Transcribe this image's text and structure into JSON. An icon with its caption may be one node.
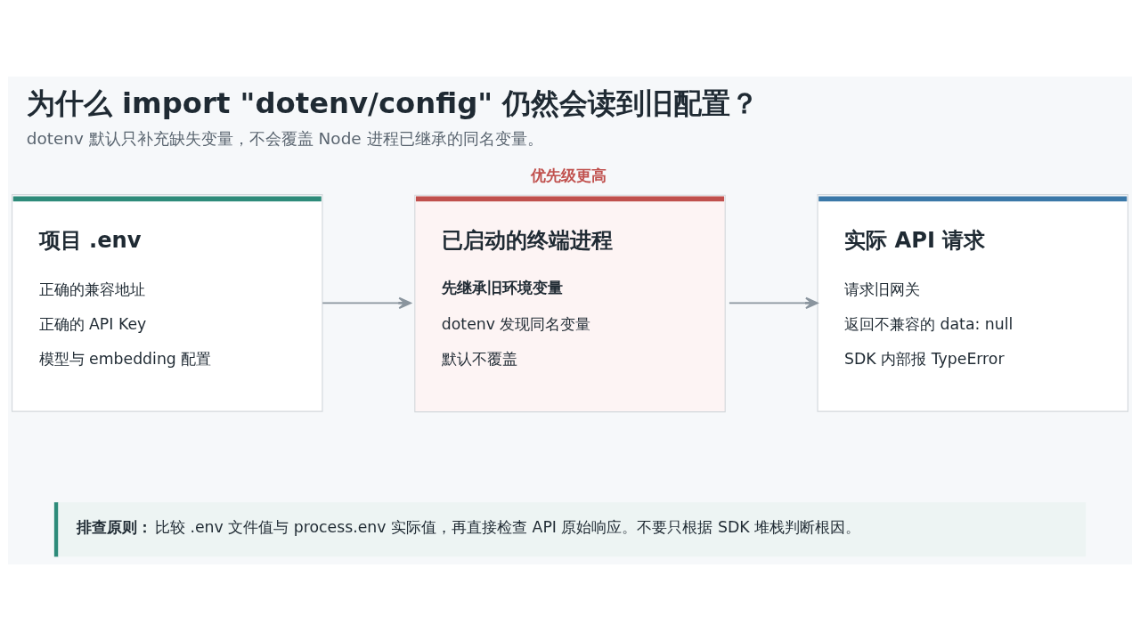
{
  "diagram": {
    "title": "为什么 import \"dotenv/config\" 仍然会读到旧配置？",
    "caption": "dotenv 默认只补充缺失变量，不会覆盖 Node 进程已继承的同名变量。",
    "nodes": [
      {
        "text": [
          "项目 .env",
          "正确的兼容地址",
          "正确的 API Key",
          "模型与 embedding 配置"
        ]
      },
      {
        "text": [
          "已启动的终端进程",
          "先继承旧环境变量",
          "dotenv 发现同名变量",
          "默认不覆盖"
        ],
        "beside": [
          "优先级更高"
        ]
      },
      {
        "text": [
          "实际 API 请求",
          "请求旧网关",
          "返回不兼容的 data: null",
          "SDK 内部报 TypeError"
        ]
      }
    ],
    "edges": [
      {
        "from": 0,
        "to": 1,
        "arrow": "to"
      },
      {
        "from": 1,
        "to": 2,
        "arrow": "to"
      }
    ],
    "labels": [
      "**排查原则：**比较 .env 文件值与 process.env 实际值，再直接检查 API 原始响应。不要只根据 SDK 堆栈判断根因。"
    ]
  }
}
